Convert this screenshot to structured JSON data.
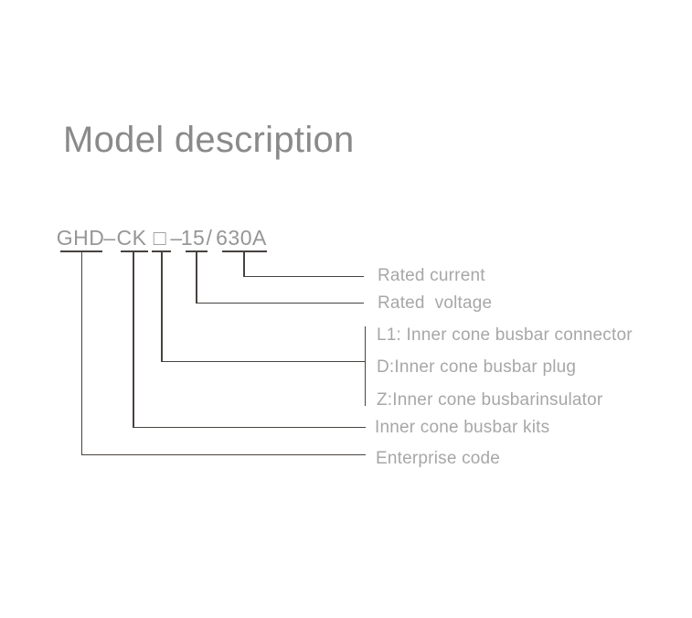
{
  "page": {
    "title": "Model description"
  },
  "model_code": {
    "full": "GHD – CK □ – 15 / 630A",
    "segments": [
      {
        "text": "GHD",
        "type": "field"
      },
      {
        "text": "–",
        "type": "separator"
      },
      {
        "text": "CK",
        "type": "field"
      },
      {
        "text": "□",
        "type": "field"
      },
      {
        "text": "–",
        "type": "separator"
      },
      {
        "text": "15",
        "type": "field"
      },
      {
        "text": "/",
        "type": "separator"
      },
      {
        "text": "630A",
        "type": "field"
      }
    ]
  },
  "legend": {
    "items": [
      {
        "label": "Rated current",
        "connects_to": "630A"
      },
      {
        "label": "Rated  voltage",
        "connects_to": "15"
      },
      {
        "label": "L1: Inner cone busbar connector",
        "connects_to": "□"
      },
      {
        "label": "D:Inner cone busbar plug",
        "connects_to": "□"
      },
      {
        "label": "Z:Inner cone busbarinsulator",
        "connects_to": "□"
      },
      {
        "label": "Inner cone busbar kits",
        "connects_to": "CK"
      },
      {
        "label": "Enterprise code",
        "connects_to": "GHD"
      }
    ]
  },
  "colors": {
    "title_text": "#8a8a8a",
    "code_text": "#969696",
    "label_text": "#a7a7a7",
    "line": "#474340",
    "background": "#ffffff"
  }
}
